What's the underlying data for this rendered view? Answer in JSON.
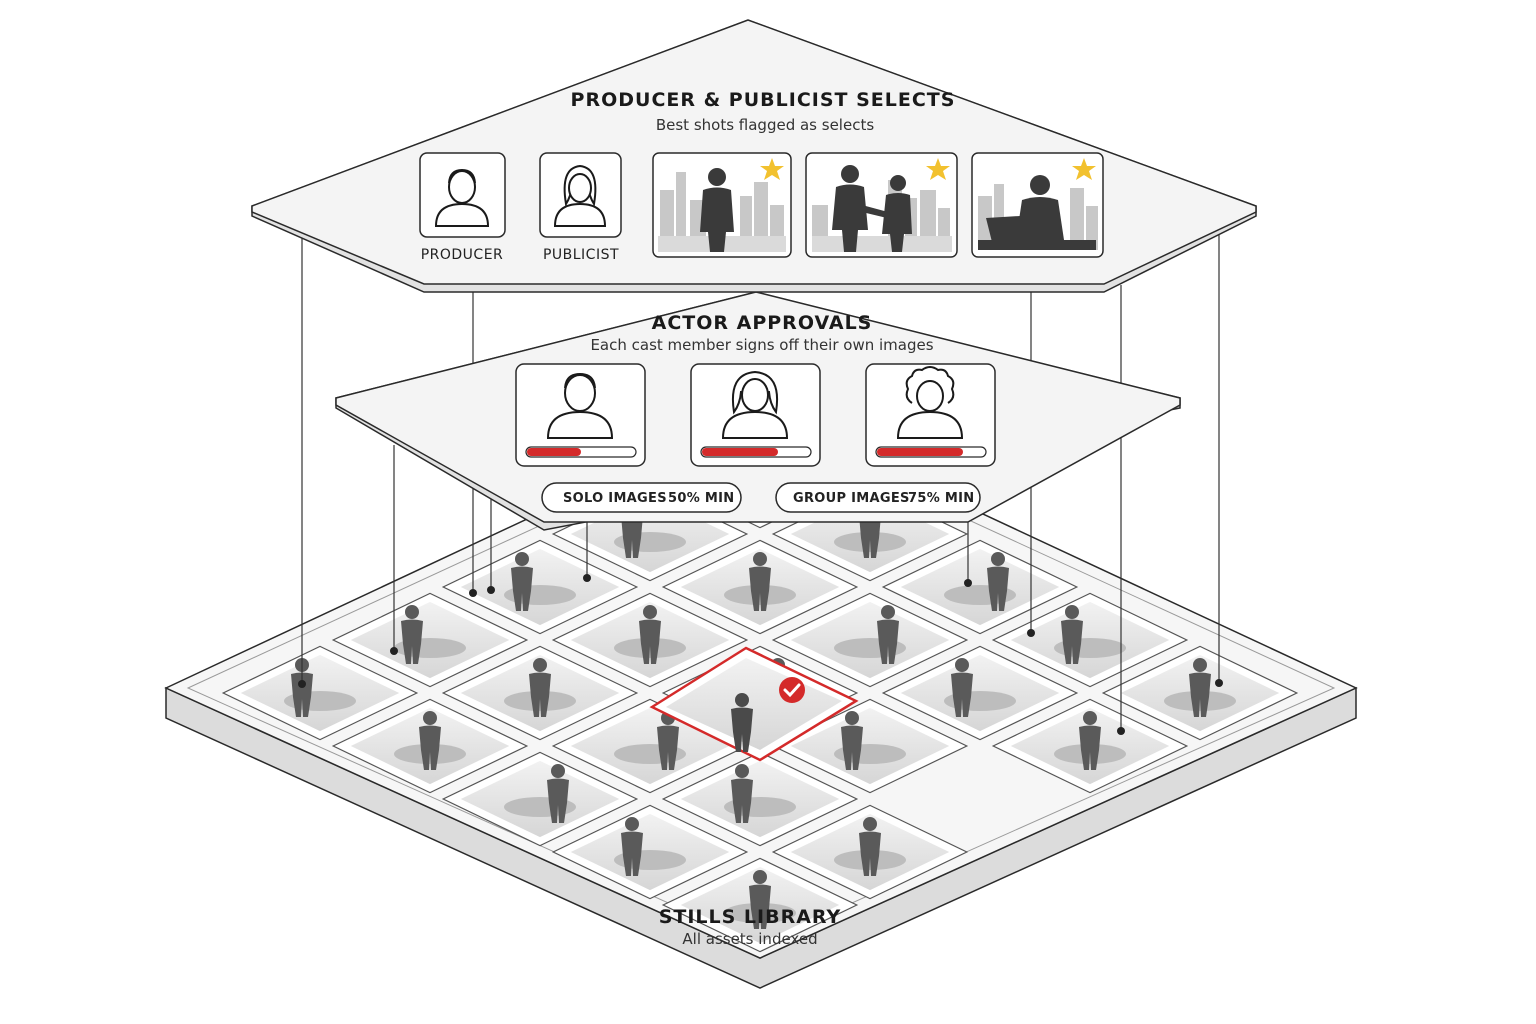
{
  "diagram": {
    "top_layer": {
      "title": "PRODUCER & PUBLICIST SELECTS",
      "subtitle": "Best shots flagged as selects",
      "roles": [
        {
          "label": "PRODUCER",
          "icon": "producer-avatar-icon"
        },
        {
          "label": "PUBLICIST",
          "icon": "publicist-avatar-icon"
        }
      ],
      "selects": [
        {
          "icon": "star-icon",
          "scene": "man-standing-city"
        },
        {
          "icon": "star-icon",
          "scene": "two-people-handshake"
        },
        {
          "icon": "star-icon",
          "scene": "man-at-laptop"
        }
      ]
    },
    "middle_layer": {
      "title": "ACTOR APPROVALS",
      "subtitle": "Each cast member signs off their own images",
      "actors": [
        {
          "icon": "actor-male-avatar-icon",
          "approval_progress": 0.5
        },
        {
          "icon": "actor-female-avatar-icon",
          "approval_progress": 0.7
        },
        {
          "icon": "actor-curly-avatar-icon",
          "approval_progress": 0.8
        }
      ],
      "rules": [
        {
          "label": "SOLO IMAGES",
          "value": "50% MIN"
        },
        {
          "label": "GROUP IMAGES",
          "value": "75% MIN"
        }
      ]
    },
    "bottom_layer": {
      "title": "STILLS LIBRARY",
      "subtitle": "All assets indexed",
      "highlighted_tile": {
        "icon": "check-icon",
        "status": "approved"
      }
    },
    "colors": {
      "accent_red": "#d42a2a",
      "star_yellow": "#f2c12e",
      "panel_fill": "#f4f4f4",
      "stroke": "#2a2a2a"
    }
  }
}
